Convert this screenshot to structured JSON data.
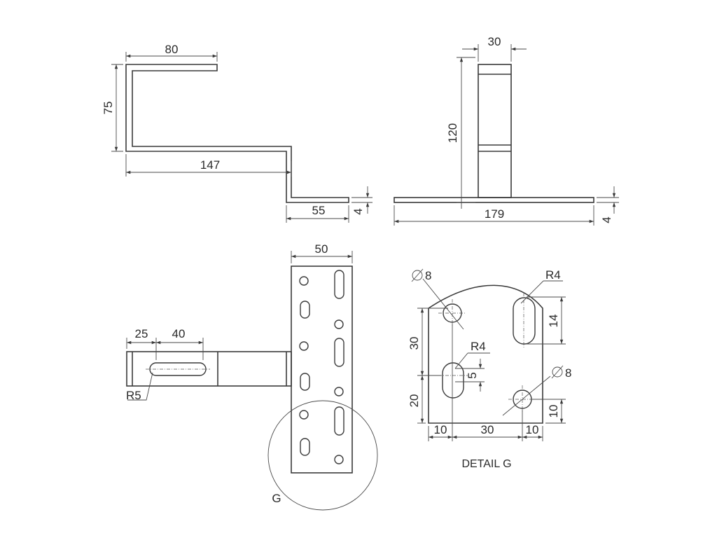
{
  "front_view": {
    "dims": {
      "top_length": "80",
      "height": "75",
      "total_length": "147",
      "foot_length": "55",
      "thickness": "4"
    }
  },
  "side_view": {
    "dims": {
      "width": "30",
      "height": "120",
      "base_length": "179",
      "thickness": "4"
    }
  },
  "plan_view": {
    "dims": {
      "width": "50",
      "arm_offset": "25",
      "slot_length": "40",
      "slot_radius": "R5"
    },
    "detail_label": "G"
  },
  "detail_view": {
    "caption": "DETAIL G",
    "dims": {
      "hole_dia_top": "8",
      "slot_radius_right": "R4",
      "slot_length_right": "14",
      "slot_radius_center": "R4",
      "slot_width_center": "5",
      "vertical_30": "30",
      "vertical_20": "20",
      "bottom_left_10": "10",
      "bottom_mid_30": "30",
      "bottom_right_10": "10",
      "hole_dia_bottom": "8",
      "right_10": "10"
    }
  }
}
